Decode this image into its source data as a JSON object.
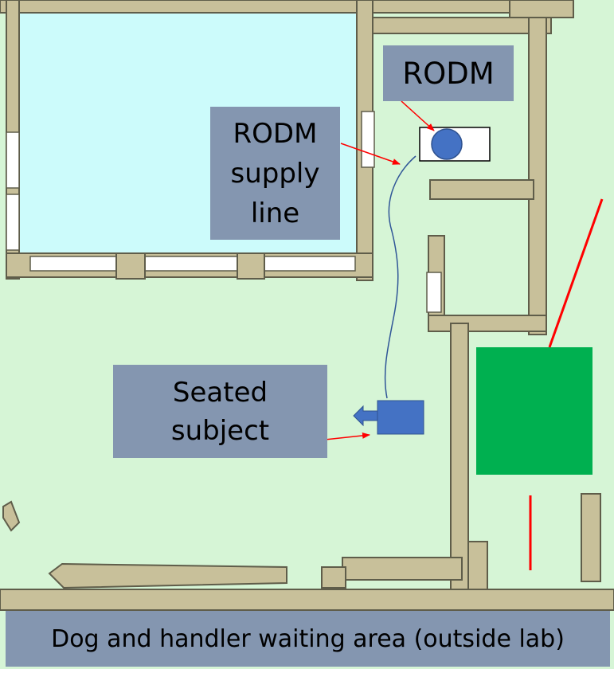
{
  "labels": {
    "rodm": "RODM",
    "supply_line": "RODM\nsupply\nline",
    "seated_subject": "Seated\nsubject",
    "waiting_area": "Dog and handler waiting area (outside lab)"
  },
  "colors": {
    "floor": "#d6f5d6",
    "room": "#ccfbfb",
    "wall": "#c8c09a",
    "wall_edge": "#5f5d4a",
    "label_bg": "#8496b0",
    "arrow": "#ff0000",
    "device_blue": "#4472c4",
    "green_block": "#00b050"
  }
}
